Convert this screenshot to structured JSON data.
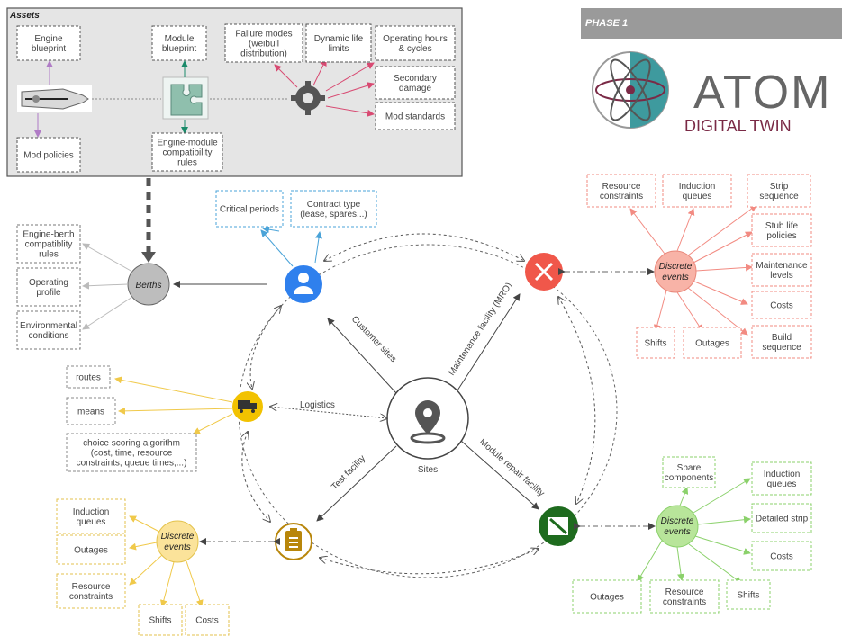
{
  "assets": {
    "title": "Assets",
    "engine_blueprint": [
      "Engine",
      "blueprint"
    ],
    "mod_policies": [
      "Mod policies"
    ],
    "module_blueprint": [
      "Module",
      "blueprint"
    ],
    "engine_module_rules": [
      "Engine-module",
      "compatibility",
      "rules"
    ],
    "failure_modes": [
      "Failure modes",
      "(weibull",
      "distribution)"
    ],
    "dynamic_life_limits": [
      "Dynamic life",
      "limits"
    ],
    "operating_hours": [
      "Operating hours",
      "& cycles"
    ],
    "secondary_damage": [
      "Secondary",
      "damage"
    ],
    "mod_standards": [
      "Mod standards"
    ]
  },
  "phase_banner": "PHASE 1",
  "logo": {
    "word_top": "ATOM",
    "word_bottom": "DIGITAL TWIN"
  },
  "customer": {
    "critical_periods": [
      "Critical periods"
    ],
    "contract_type": [
      "Contract type",
      "(lease, spares...)"
    ]
  },
  "berths": {
    "label": "Berths",
    "engine_berth_rules": [
      "Engine-berth",
      "compatiblity",
      "rules"
    ],
    "operating_profile": [
      "Operating",
      "profile"
    ],
    "environmental": [
      "Environmental",
      "conditions"
    ]
  },
  "logistics": {
    "label": "Logistics",
    "routes": [
      "routes"
    ],
    "means": [
      "means"
    ],
    "choice_scoring": [
      "choice scoring algorithm",
      "(cost, time, resource",
      "constraints, queue times,...)"
    ]
  },
  "center": {
    "sites_label": "Sites",
    "customer_sites": "Customer sites",
    "maintenance_facility": "Maintenance facility (MRO)",
    "test_facility": "Test facility",
    "module_repair": "Module repair facility"
  },
  "mro_events": {
    "label": [
      "Discrete",
      "events"
    ],
    "resource_constraints": [
      "Resource",
      "constraints"
    ],
    "induction_queues": [
      "Induction",
      "queues"
    ],
    "strip_sequence": [
      "Strip",
      "sequence"
    ],
    "stub_life": [
      "Stub life",
      "policies"
    ],
    "maintenance_levels": [
      "Maintenance",
      "levels"
    ],
    "costs": [
      "Costs"
    ],
    "build_sequence": [
      "Build",
      "sequence"
    ],
    "outages": [
      "Outages"
    ],
    "shifts": [
      "Shifts"
    ]
  },
  "test_events": {
    "label": [
      "Discrete",
      "events"
    ],
    "induction_queues": [
      "Induction",
      "queues"
    ],
    "outages": [
      "Outages"
    ],
    "resource_constraints": [
      "Resource",
      "constraints"
    ],
    "shifts": [
      "Shifts"
    ],
    "costs": [
      "Costs"
    ]
  },
  "module_events": {
    "label": [
      "Discrete",
      "events"
    ],
    "spare_components": [
      "Spare",
      "components"
    ],
    "induction_queues": [
      "Induction",
      "queues"
    ],
    "detailed_strip": [
      "Detailed strip"
    ],
    "costs": [
      "Costs"
    ],
    "shifts": [
      "Shifts"
    ],
    "resource_constraints": [
      "Resource",
      "constraints"
    ],
    "outages": [
      "Outages"
    ]
  },
  "colors": {
    "mro_red": "#f0574a",
    "test_gold": "#b8860b",
    "module_green": "#1e6b1e",
    "customer_blue": "#2f80ed",
    "logistics_yellow": "#f2c200",
    "berths_grey": "#bdbdbd"
  }
}
